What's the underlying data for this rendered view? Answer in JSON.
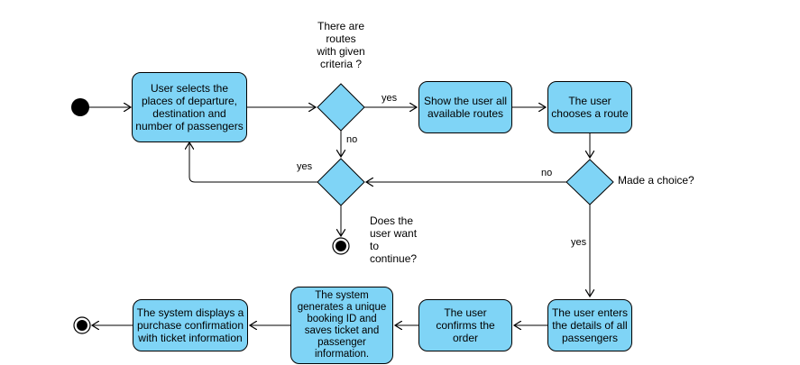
{
  "colors": {
    "node_fill": "#7fd4f6",
    "stroke": "#000000",
    "background": "#ffffff"
  },
  "nodes": {
    "select_places": "User selects the places of departure, destination and number of passengers",
    "show_routes": "Show the user all available routes",
    "choose_route": "The user chooses a route",
    "enter_details": "The user enters the details of all passengers",
    "confirm_order": "The user confirms the order",
    "generate_booking": "The system generates a unique booking ID and saves ticket and passenger information.",
    "display_confirmation": "The system displays a purchase confirmation with ticket information"
  },
  "decisions": {
    "routes_exist": "There are\nroutes\nwith given\ncriteria ?",
    "want_continue": "Does the\nuser want\nto\ncontinue?",
    "made_choice": "Made a choice?"
  },
  "edge_labels": {
    "routes_yes": "yes",
    "routes_no": "no",
    "continue_yes": "yes",
    "choice_no": "no",
    "choice_yes": "yes"
  }
}
